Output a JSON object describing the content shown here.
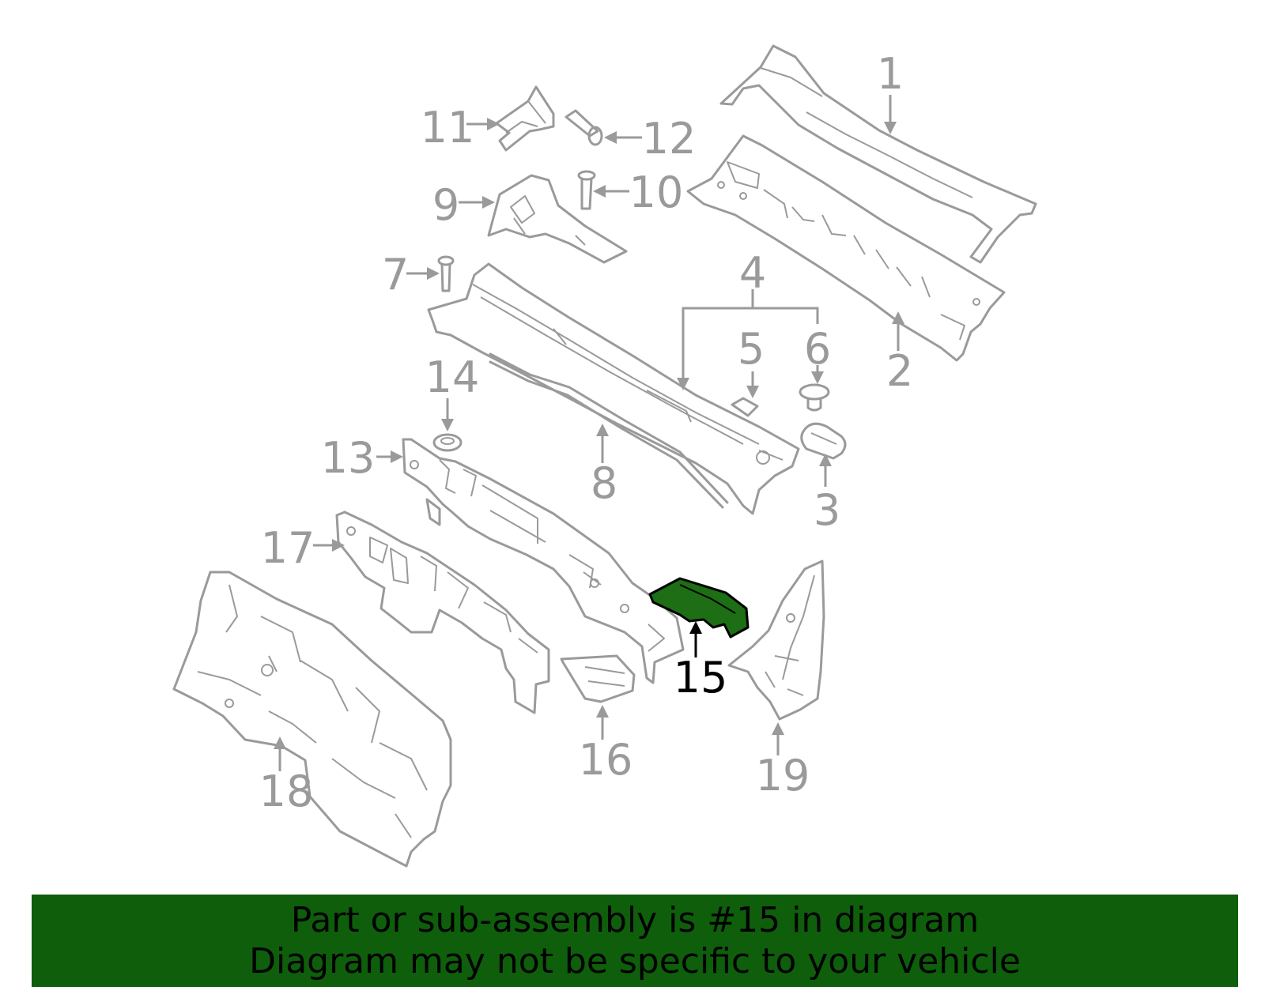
{
  "callouts": {
    "c1": "1",
    "c2": "2",
    "c3": "3",
    "c4": "4",
    "c5": "5",
    "c6": "6",
    "c7": "7",
    "c8": "8",
    "c9": "9",
    "c10": "10",
    "c11": "11",
    "c12": "12",
    "c13": "13",
    "c14": "14",
    "c15": "15",
    "c16": "16",
    "c17": "17",
    "c18": "18",
    "c19": "19"
  },
  "highlight": {
    "part": "15",
    "color": "#1d6e14"
  },
  "banner": {
    "line1": "Part or sub-assembly is #15 in diagram",
    "line2": "Diagram may not be specific to your vehicle",
    "color": "#0e5e0b"
  }
}
